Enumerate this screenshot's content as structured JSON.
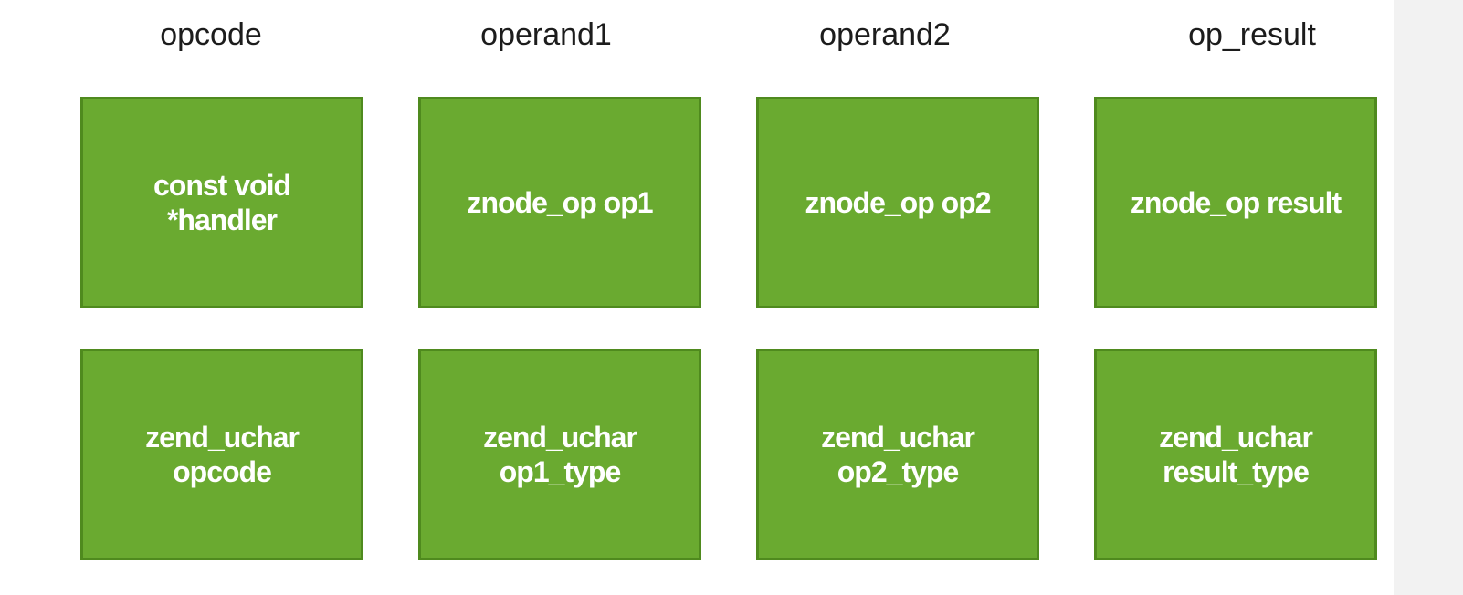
{
  "headers": [
    "opcode",
    "operand1",
    "operand2",
    "op_result"
  ],
  "rows": [
    [
      "const void\n*handler",
      "znode_op op1",
      "znode_op op2",
      "znode_op result"
    ],
    [
      "zend_uchar\nopcode",
      "zend_uchar\nop1_type",
      "zend_uchar\nop2_type",
      "zend_uchar\nresult_type"
    ]
  ],
  "colors": {
    "box_fill": "#6aaa30",
    "box_border": "#4f8a1e",
    "box_text": "#ffffff",
    "header_text": "#1c1c1c"
  }
}
